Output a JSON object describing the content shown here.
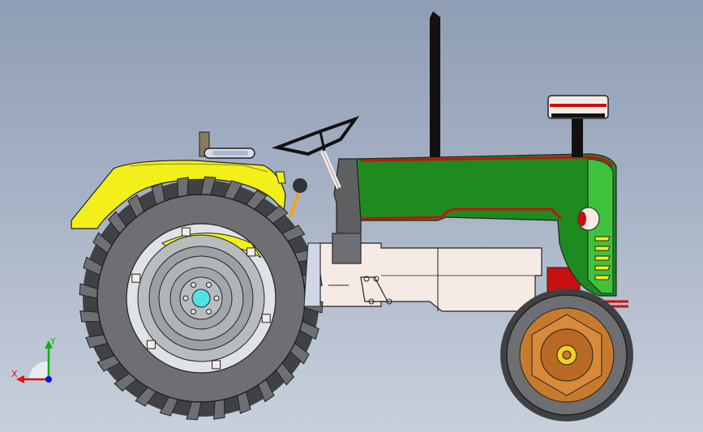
{
  "viewport": {
    "background_top": "#8f9db4",
    "background_bottom": "#c9d0dc"
  },
  "model": {
    "subject": "tractor",
    "colors": {
      "hood": "#1f8a1f",
      "hood_light": "#3ec23e",
      "fender": "#f2ef1a",
      "chassis": "#f6ebe4",
      "tire": "#6d6f72",
      "tire_dark": "#3f4144",
      "rear_rim": "#b8bcbf",
      "front_rim": "#c87a2c",
      "hub": "#55e0e6",
      "accent_red": "#c81010",
      "exhaust": "#111111"
    }
  },
  "triad": {
    "x_label": "X",
    "y_label": "Y",
    "colors": {
      "x": "#e01010",
      "y": "#10b010",
      "z": "#1010d0"
    }
  }
}
